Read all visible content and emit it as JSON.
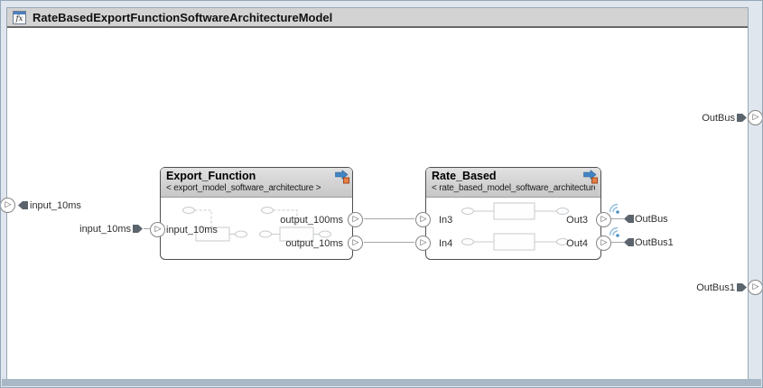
{
  "window": {
    "title": "RateBasedExportFunctionSoftwareArchitectureModel",
    "icon_label": "fx"
  },
  "icons": {
    "port_glyph": "▷"
  },
  "diagram": {
    "boundary_ports": {
      "input": {
        "label": "input_10ms"
      },
      "outputs": [
        {
          "label": "OutBus"
        },
        {
          "label": "OutBus1"
        }
      ]
    },
    "signal_labels": {
      "export_input": "input_10ms",
      "rate_outputs": [
        "OutBus",
        "OutBus1"
      ]
    },
    "blocks": [
      {
        "title": "Export_Function",
        "subtitle": "< export_model_software_architecture >",
        "inputs": [
          "input_10ms"
        ],
        "outputs": [
          "output_100ms",
          "output_10ms"
        ]
      },
      {
        "title": "Rate_Based",
        "subtitle": "< rate_based_model_software_architecture >",
        "inputs": [
          "In3",
          "In4"
        ],
        "outputs": [
          "Out3",
          "Out4"
        ]
      }
    ]
  },
  "colors": {
    "badge_arrow_blue": "#4285c5",
    "badge_square_orange": "#e87f44",
    "wireless_blue": "#92bede",
    "titlebar_gray": "#d3d3d3",
    "frame_blue_gray": "#dfe6ee",
    "bottom_bar": "#a9b8c7"
  }
}
